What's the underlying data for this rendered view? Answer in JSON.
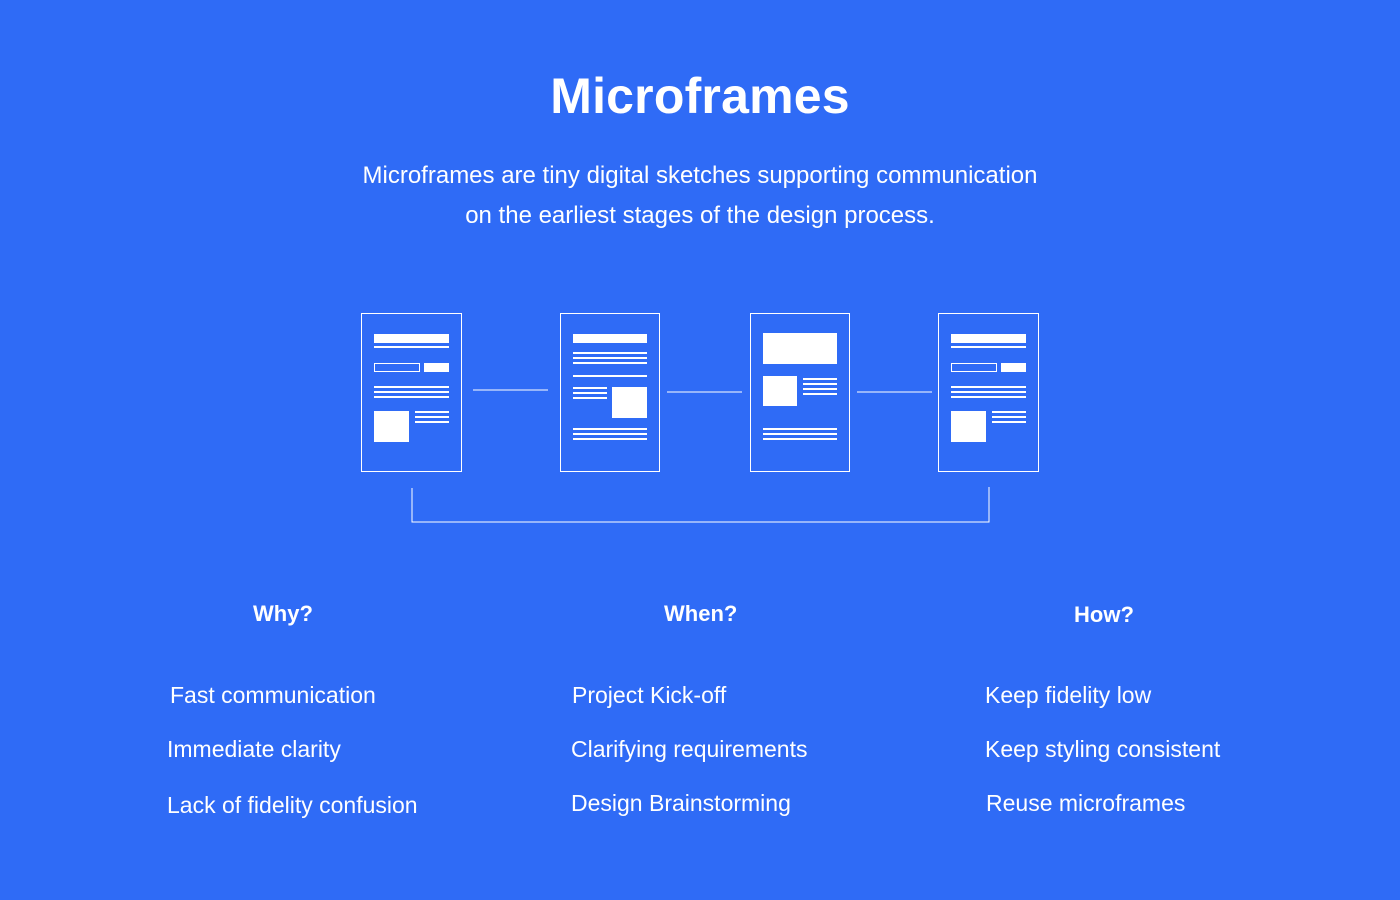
{
  "header": {
    "title": "Microframes",
    "subtitle_line1": "Microframes are tiny digital sketches supporting communication",
    "subtitle_line2": "on the earliest stages of the design process."
  },
  "columns": [
    {
      "heading": "Why?",
      "items": [
        "Fast communication",
        "Immediate clarity",
        "Lack of fidelity confusion"
      ]
    },
    {
      "heading": "When?",
      "items": [
        "Project Kick-off",
        "Clarifying requirements",
        "Design Brainstorming"
      ]
    },
    {
      "heading": "How?",
      "items": [
        "Keep fidelity low",
        "Keep styling consistent",
        "Reuse microframes"
      ]
    }
  ],
  "colors": {
    "background": "#2f6bf6",
    "foreground": "#ffffff"
  }
}
